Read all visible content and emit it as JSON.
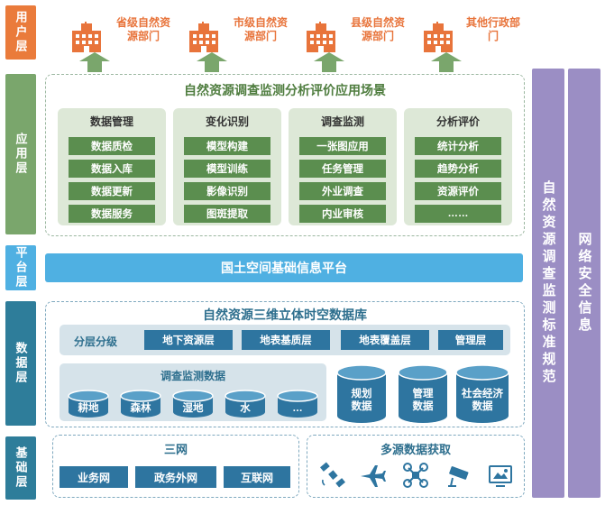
{
  "layers": {
    "user": "用户层",
    "application": "应用层",
    "platform": "平台层",
    "data": "数据层",
    "foundation": "基础层"
  },
  "departments": [
    {
      "name": "省级自然资源部门"
    },
    {
      "name": "市级自然资源部门"
    },
    {
      "name": "县级自然资源部门"
    },
    {
      "name": "其他行政部门"
    }
  ],
  "application": {
    "title": "自然资源调查监测分析评价应用场景",
    "columns": [
      {
        "title": "数据管理",
        "items": [
          "数据质检",
          "数据入库",
          "数据更新",
          "数据服务"
        ]
      },
      {
        "title": "变化识别",
        "items": [
          "模型构建",
          "模型训练",
          "影像识别",
          "图斑提取"
        ]
      },
      {
        "title": "调查监测",
        "items": [
          "一张图应用",
          "任务管理",
          "外业调查",
          "内业审核"
        ]
      },
      {
        "title": "分析评价",
        "items": [
          "统计分析",
          "趋势分析",
          "资源评价",
          "……"
        ]
      }
    ]
  },
  "platform": {
    "title": "国土空间基础信息平台"
  },
  "data": {
    "title": "自然资源三维立体时空数据库",
    "layering_label": "分层分级",
    "layers": [
      "地下资源层",
      "地表基质层",
      "地表覆盖层",
      "管理层"
    ],
    "survey_title": "调查监测数据",
    "survey_items": [
      "耕地",
      "森林",
      "湿地",
      "水",
      "…"
    ],
    "other_db": [
      "规划数据",
      "管理数据",
      "社会经济数据"
    ]
  },
  "foundation": {
    "network_title": "三网",
    "networks": [
      "业务网",
      "政务外网",
      "互联网"
    ],
    "acquisition_title": "多源数据获取",
    "acquisition_icons": [
      "satellite-icon",
      "airplane-icon",
      "drone-icon",
      "camera-icon",
      "monitor-icon"
    ]
  },
  "side": {
    "standards": "自然资源调查监测标准规范",
    "security": "网络安全信息"
  },
  "colors": {
    "orange": "#e8743b",
    "green": "#7aa66c",
    "teal": "#2e7d9a",
    "blue": "#2e75a0",
    "sky": "#4fb0e2",
    "purple": "#9b8ec4"
  }
}
